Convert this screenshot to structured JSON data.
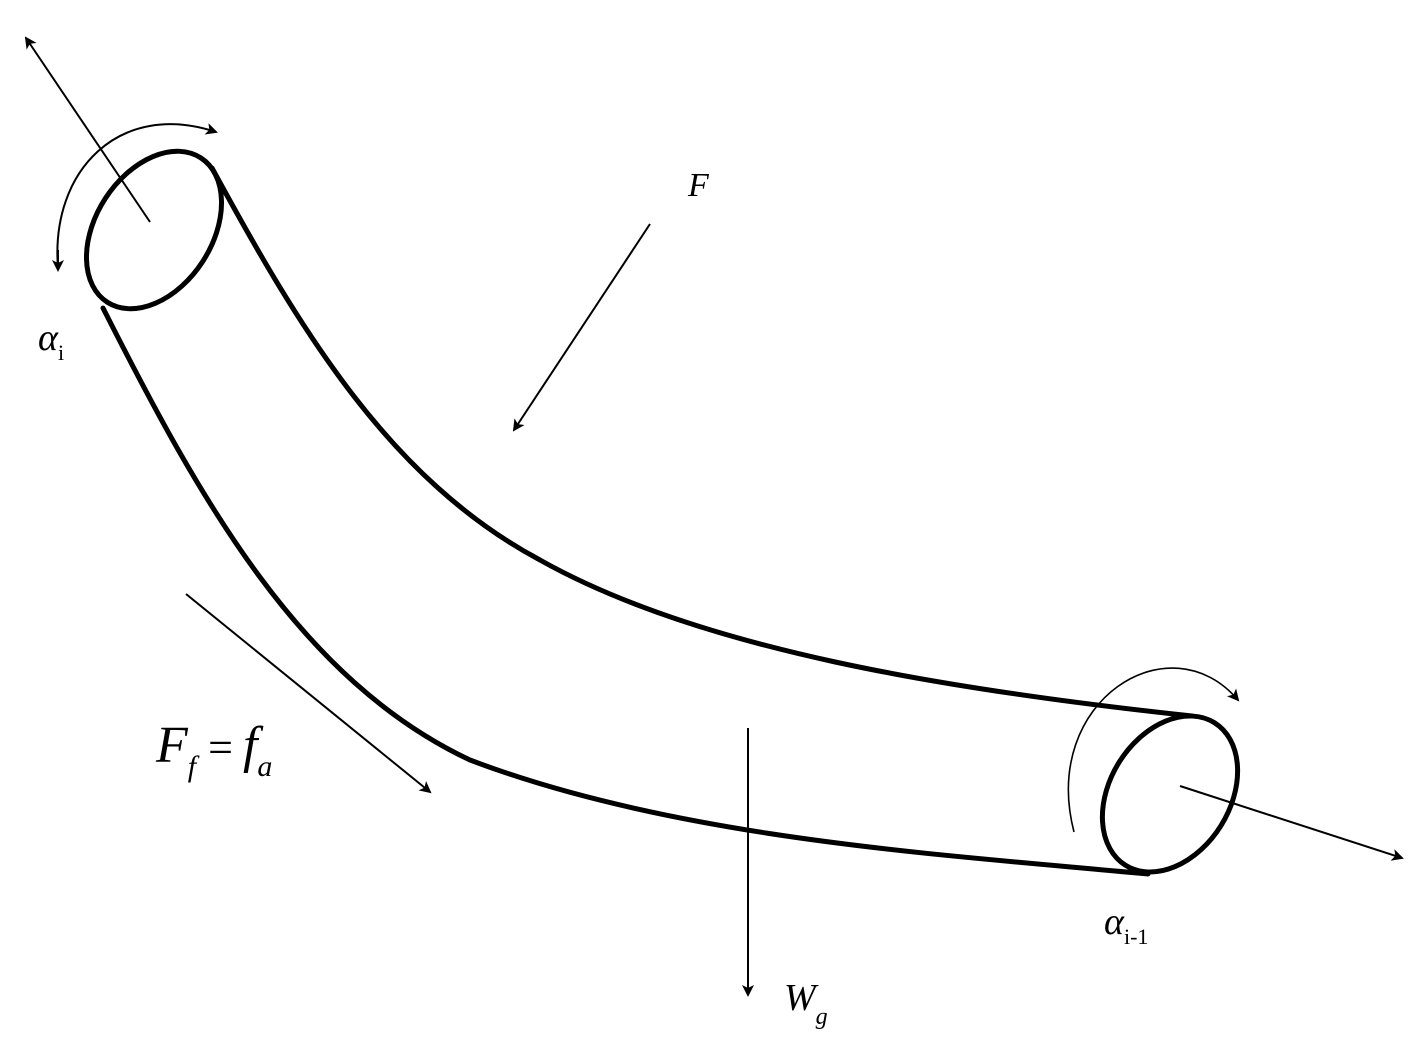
{
  "labels": {
    "alpha_i": {
      "symbol": "α",
      "subscript": "i"
    },
    "alpha_i_minus_1": {
      "symbol": "α",
      "subscript": "i-1"
    },
    "F": "F",
    "W_g": {
      "symbol": "W",
      "subscript": "g"
    },
    "friction": {
      "lhs": "F",
      "lhs_sub": "f",
      "equals": "=",
      "rhs": "f",
      "rhs_sub": "a"
    }
  },
  "colors": {
    "stroke": "#000000",
    "background": "#ffffff"
  }
}
